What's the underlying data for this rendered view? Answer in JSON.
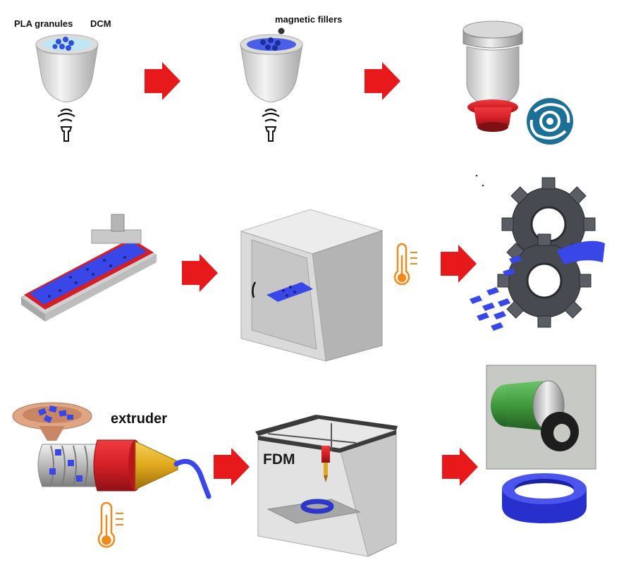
{
  "labels": {
    "pla_granules": "PLA granules",
    "dcm": "DCM",
    "magnetic_fillers": "magnetic fillers",
    "extruder": "extruder",
    "fdm": "FDM"
  },
  "colors": {
    "arrow": "#e8191b",
    "magnetic": "#3344dd",
    "red_part": "#d41f26",
    "gold": "#e0a81c",
    "thermometer": "#f08a1c",
    "cyclone": "#1c6f96",
    "gear": "#474a50",
    "green_coil": "#3f9a3c",
    "machine_grey": "#d6d6d6"
  },
  "icons": [
    "ultrasonic-icon",
    "thermometer-icon",
    "centrifuge-icon",
    "arrow-icon"
  ]
}
